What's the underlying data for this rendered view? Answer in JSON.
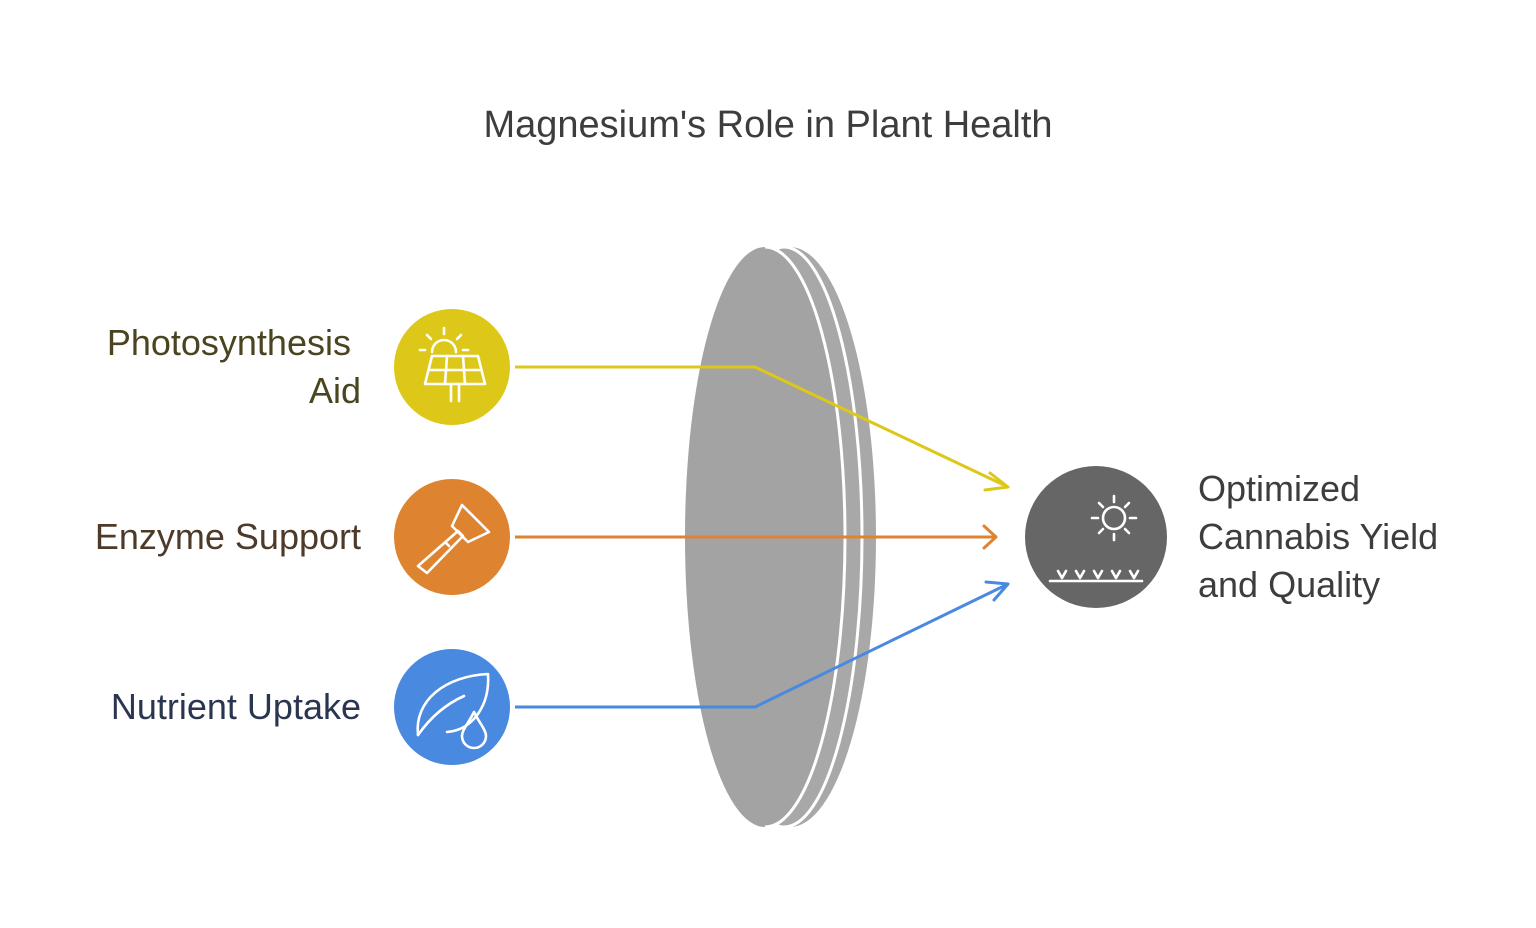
{
  "title": "Magnesium's Role in Plant Health",
  "inputs": [
    {
      "id": "photosynthesis",
      "label_lines": [
        "Photosynthesis",
        "Aid"
      ],
      "icon": "solar-panel-sun-icon",
      "color": "#DDC819",
      "text_color": "#4A4520"
    },
    {
      "id": "enzyme",
      "label_lines": [
        "Enzyme Support"
      ],
      "icon": "flashlight-icon",
      "color": "#DE8431",
      "text_color": "#4D3A28"
    },
    {
      "id": "nutrient",
      "label_lines": [
        "Nutrient Uptake"
      ],
      "icon": "leaf-water-drop-icon",
      "color": "#4A89E0",
      "text_color": "#2A3550"
    }
  ],
  "lens": {
    "icon": "lens-disc",
    "color": "#A3A3A3",
    "edge_color": "#A8A8A8"
  },
  "output": {
    "label_lines": [
      "Optimized",
      "Cannabis Yield",
      "and Quality"
    ],
    "icon": "sun-over-field-icon",
    "color": "#666666",
    "text_color": "#3D3D3D"
  }
}
